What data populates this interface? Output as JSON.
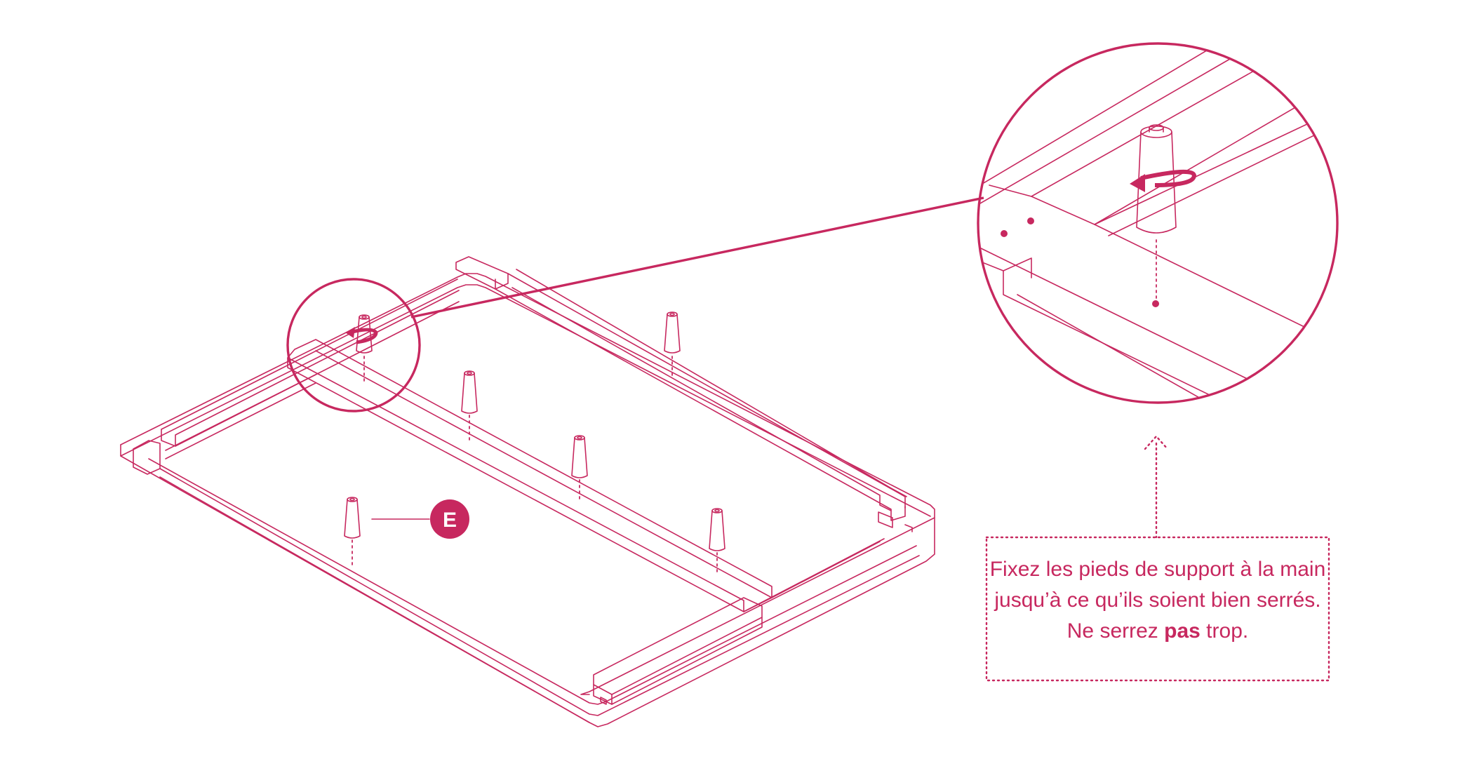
{
  "colors": {
    "accent": "#c7285f",
    "background": "#ffffff"
  },
  "part_badge": {
    "letter": "E"
  },
  "instruction": {
    "before_bold": "Fixez les pieds de support à la main jusqu’à ce qu’ils soient bien serrés. Ne serrez ",
    "bold": "pas",
    "after_bold": " trop."
  },
  "icons": [
    "rotation-arrow-icon",
    "magnifier-circle-icon"
  ]
}
